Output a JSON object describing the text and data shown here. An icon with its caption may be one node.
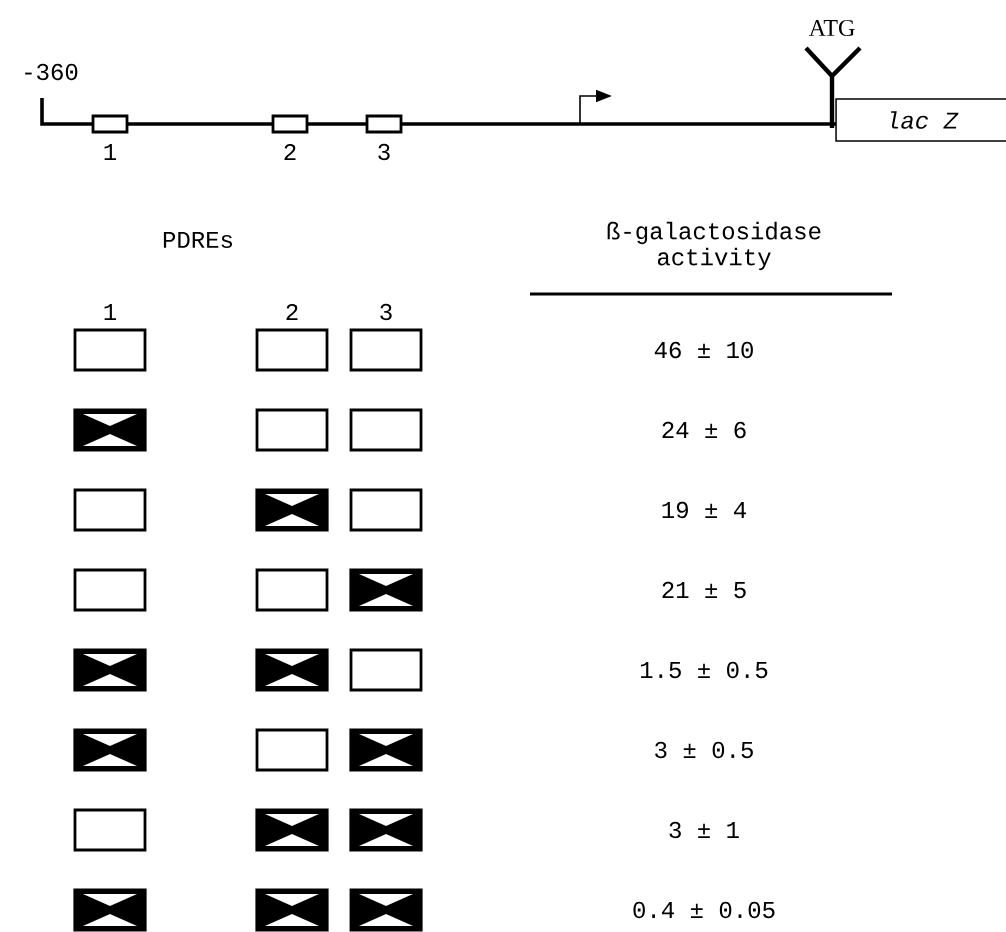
{
  "diagram": {
    "nodes": [
      {
        "text": [],
        "shape": "box",
        "beside": [
          "1"
        ]
      },
      {
        "text": [],
        "shape": "box",
        "beside": [
          "2"
        ]
      },
      {
        "text": [],
        "shape": "box",
        "beside": [
          "3"
        ]
      },
      {
        "text": [
          "lac Z"
        ]
      },
      {
        "text": [],
        "shape": "box"
      },
      {
        "text": [],
        "shape": "box"
      },
      {
        "text": [],
        "shape": "box"
      },
      {
        "text": [],
        "shape": "crossed"
      },
      {
        "text": [],
        "shape": "box"
      },
      {
        "text": [],
        "shape": "box"
      },
      {
        "text": [],
        "shape": "box"
      },
      {
        "text": [],
        "shape": "crossed"
      },
      {
        "text": [],
        "shape": "box"
      },
      {
        "text": [],
        "shape": "box"
      },
      {
        "text": [],
        "shape": "box"
      },
      {
        "text": [],
        "shape": "crossed"
      },
      {
        "text": [],
        "shape": "crossed"
      },
      {
        "text": [],
        "shape": "crossed"
      },
      {
        "text": [],
        "shape": "box"
      },
      {
        "text": [],
        "shape": "crossed"
      },
      {
        "text": [],
        "shape": "box"
      },
      {
        "text": [],
        "shape": "crossed"
      },
      {
        "text": [],
        "shape": "box"
      },
      {
        "text": [],
        "shape": "crossed"
      },
      {
        "text": [],
        "shape": "crossed"
      },
      {
        "text": [],
        "shape": "crossed"
      },
      {
        "text": [],
        "shape": "crossed"
      },
      {
        "text": [],
        "shape": "crossed"
      }
    ],
    "labels": [
      "ATG",
      "-360",
      "PDREs",
      "ß-galactosidase activity",
      "1",
      "2",
      "3",
      "46 ± 10",
      "24 ± 6",
      "19 ± 4",
      "21 ± 5",
      "1.5 ± 0.5",
      "3 ± 0.5",
      "3 ± 1",
      "0.4 ± 0.05"
    ]
  }
}
